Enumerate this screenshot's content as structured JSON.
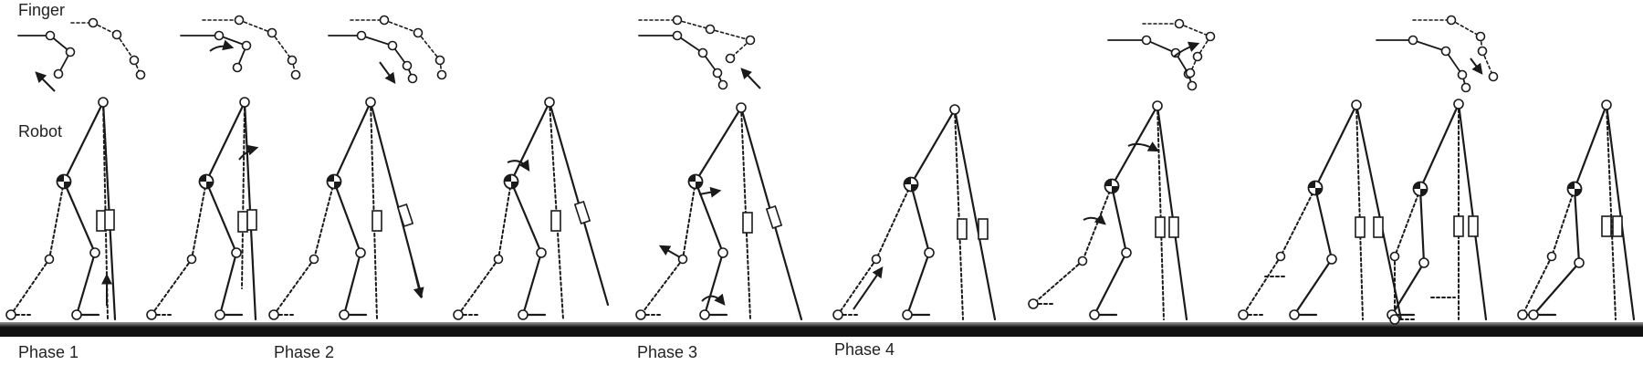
{
  "labels": {
    "finger": "Finger",
    "robot": "Robot"
  },
  "phases": [
    "Phase 1",
    "Phase 2",
    "Phase 3",
    "Phase 4"
  ],
  "colors": {
    "ink": "#1a1a1a",
    "ground_dark": "#111111",
    "ground_light": "#9a9a9a"
  }
}
